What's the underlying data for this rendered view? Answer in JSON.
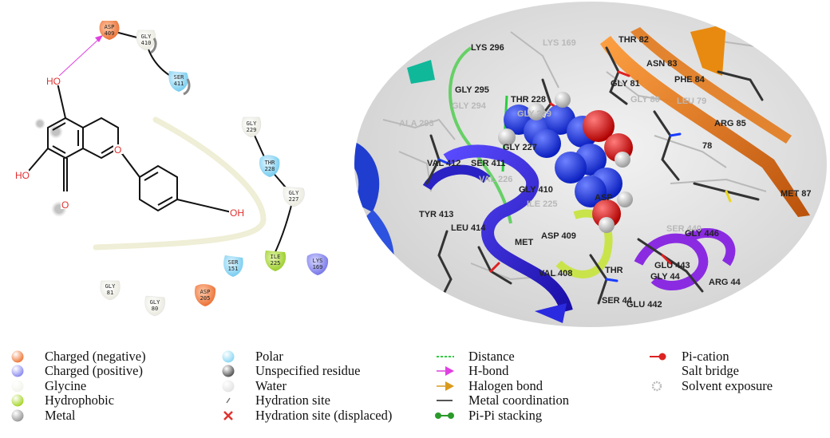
{
  "residues": [
    {
      "id": "asp409",
      "name": "ASP",
      "num": "409",
      "type": "negative"
    },
    {
      "id": "gly410",
      "name": "GLY",
      "num": "410",
      "type": "glycine"
    },
    {
      "id": "ser411",
      "name": "SER",
      "num": "411",
      "type": "polar"
    },
    {
      "id": "gly229",
      "name": "GLY",
      "num": "229",
      "type": "glycine"
    },
    {
      "id": "thr228",
      "name": "THR",
      "num": "228",
      "type": "polar"
    },
    {
      "id": "gly227",
      "name": "GLY",
      "num": "227",
      "type": "glycine"
    },
    {
      "id": "ile225",
      "name": "ILE",
      "num": "225",
      "type": "hydrophobic"
    },
    {
      "id": "lys169",
      "name": "LYS",
      "num": "169",
      "type": "positive"
    },
    {
      "id": "ser151",
      "name": "SER",
      "num": "151",
      "type": "polar"
    },
    {
      "id": "gly81",
      "name": "GLY",
      "num": "81",
      "type": "glycine"
    },
    {
      "id": "gly80",
      "name": "GLY",
      "num": "80",
      "type": "glycine"
    },
    {
      "id": "asp205",
      "name": "ASP",
      "num": "205",
      "type": "negative"
    }
  ],
  "ligand_labels": {
    "oh_top": "HO",
    "ho_left": "HO",
    "oh_right": "OH",
    "ring_o": "O",
    "carbonyl_o": "O"
  },
  "view3d_labels": [
    {
      "id": "lys296",
      "text": "LYS 296",
      "faint": false
    },
    {
      "id": "lys169",
      "text": "LYS 169",
      "faint": true
    },
    {
      "id": "thr82",
      "text": "THR 82",
      "faint": false
    },
    {
      "id": "asn83",
      "text": "ASN 83",
      "faint": false
    },
    {
      "id": "phe84",
      "text": "PHE 84",
      "faint": false
    },
    {
      "id": "gly81",
      "text": "GLY 81",
      "faint": false
    },
    {
      "id": "gly80",
      "text": "GLY 80",
      "faint": true
    },
    {
      "id": "leu79",
      "text": "LEU 79",
      "faint": true
    },
    {
      "id": "arg85",
      "text": "ARG 85",
      "faint": false
    },
    {
      "id": "gly295",
      "text": "GLY 295",
      "faint": false
    },
    {
      "id": "gly294",
      "text": "GLY 294",
      "faint": true
    },
    {
      "id": "ala293",
      "text": "ALA 293",
      "faint": true
    },
    {
      "id": "thr228",
      "text": "THR 228",
      "faint": false
    },
    {
      "id": "gly229",
      "text": "GLY 229",
      "faint": true
    },
    {
      "id": "gly227",
      "text": "GLY 227",
      "faint": false
    },
    {
      "id": "val412",
      "text": "VAL 412",
      "faint": false
    },
    {
      "id": "ser411",
      "text": "SER 411",
      "faint": false
    },
    {
      "id": "val226",
      "text": "VAL 226",
      "faint": true
    },
    {
      "id": "gly410",
      "text": "GLY 410",
      "faint": false
    },
    {
      "id": "ile225",
      "text": "ILE 225",
      "faint": true
    },
    {
      "id": "tyr413",
      "text": "TYR 413",
      "faint": false
    },
    {
      "id": "leu414",
      "text": "LEU 414",
      "faint": false
    },
    {
      "id": "met",
      "text": "MET",
      "faint": false
    },
    {
      "id": "asp409",
      "text": "ASP 409",
      "faint": false
    },
    {
      "id": "asp",
      "text": "ASP",
      "faint": false
    },
    {
      "id": "met87",
      "text": "MET 87",
      "faint": false
    },
    {
      "id": "ile78",
      "text": "78",
      "faint": false
    },
    {
      "id": "gly446",
      "text": "GLY 446",
      "faint": false
    },
    {
      "id": "val408",
      "text": "VAL 408",
      "faint": false
    },
    {
      "id": "thr",
      "text": "THR",
      "faint": false
    },
    {
      "id": "glu443",
      "text": "GLU 443",
      "faint": false
    },
    {
      "id": "gly444",
      "text": "GLY 44",
      "faint": false
    },
    {
      "id": "arg44",
      "text": "ARG 44",
      "faint": false
    },
    {
      "id": "ser44",
      "text": "SER 44",
      "faint": false
    },
    {
      "id": "glu442",
      "text": "GLU 442",
      "faint": false
    },
    {
      "id": "ser440",
      "text": "SER 440",
      "faint": true
    }
  ],
  "legend": {
    "col1": [
      {
        "label": "Charged (negative)",
        "symbol": "ball",
        "color": "#ee7a3c"
      },
      {
        "label": "Charged (positive)",
        "symbol": "ball",
        "color": "#8c8cf0"
      },
      {
        "label": "Glycine",
        "symbol": "ball",
        "color": "#f4f4ec"
      },
      {
        "label": "Hydrophobic",
        "symbol": "ball",
        "color": "#a6d62b"
      },
      {
        "label": "Metal",
        "symbol": "ball",
        "color": "#9a9a9a"
      }
    ],
    "col2": [
      {
        "label": "Polar",
        "symbol": "ball",
        "color": "#8fd8f4"
      },
      {
        "label": "Unspecified residue",
        "symbol": "ball",
        "color": "#555555"
      },
      {
        "label": "Water",
        "symbol": "ball",
        "color": "#e4e4e4"
      },
      {
        "label": "Hydration site",
        "symbol": "tick",
        "color": "#777777"
      },
      {
        "label": "Hydration site (displaced)",
        "symbol": "cross",
        "color": "#e0332f"
      }
    ],
    "col3": [
      {
        "label": "Distance",
        "symbol": "dashed",
        "color": "#2ecc40"
      },
      {
        "label": "H-bond",
        "symbol": "arrow",
        "color": "#e040e0"
      },
      {
        "label": "Halogen bond",
        "symbol": "arrow",
        "color": "#d99a1c"
      },
      {
        "label": "Metal coordination",
        "symbol": "line",
        "color": "#555555"
      },
      {
        "label": "Pi-Pi stacking",
        "symbol": "dumbbell",
        "color": "#2a9a2a"
      }
    ],
    "col4": [
      {
        "label": "Pi-cation",
        "symbol": "pin",
        "color": "#dd2222"
      },
      {
        "label": "Salt bridge",
        "symbol": "gradline",
        "color": "#cc2222"
      },
      {
        "label": "Solvent exposure",
        "symbol": "ring",
        "color": "#bbbbbb"
      }
    ]
  }
}
